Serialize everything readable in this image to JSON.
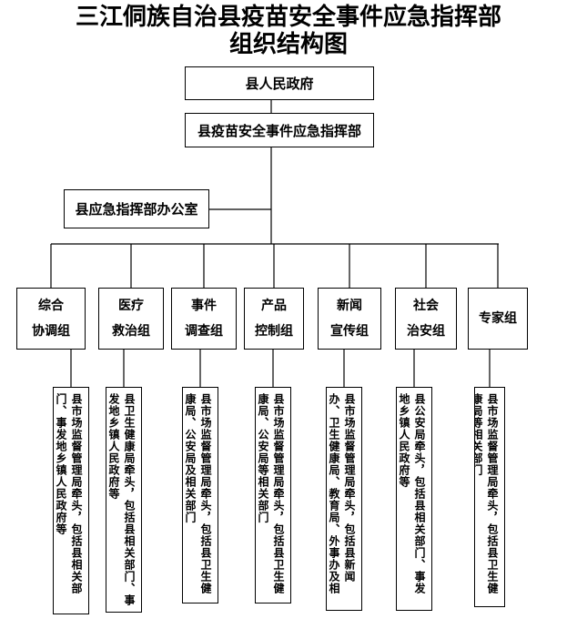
{
  "title": {
    "line1": "三江侗族自治县疫苗安全事件应急指挥部",
    "line2": "组织结构图"
  },
  "top": "县人民政府",
  "hq": "县疫苗安全事件应急指挥部",
  "office": "县应急指挥部办公室",
  "groups": [
    {
      "name1": "综合",
      "name2": "协调组",
      "desc": "县市场监督管理局牵头，包括县相关部门、事发地乡镇人民政府等"
    },
    {
      "name1": "医疗",
      "name2": "救治组",
      "desc": "县卫生健康局牵头，包括县相关部门、事发地乡镇人民政府等"
    },
    {
      "name1": "事件",
      "name2": "调查组",
      "desc": "县市场监督管理局牵头，包括县卫生健康局、公安局及相关部门"
    },
    {
      "name1": "产品",
      "name2": "控制组",
      "desc": "县市场监督管理局牵头，包括县卫生健康局、公安局等相关部门"
    },
    {
      "name1": "新闻",
      "name2": "宣传组",
      "desc": "县市场监督管理局牵头，包括县新闻办、卫生健康局、教育局、外事办及相关部门"
    },
    {
      "name1": "社会",
      "name2": "治安组",
      "desc": "县公安局牵头，包括县相关部门、事发地乡镇人民政府等"
    },
    {
      "name1": "专家组",
      "name2": "",
      "desc": "县市场监督管理局牵头，包括县卫生健康局等相关部门"
    }
  ]
}
